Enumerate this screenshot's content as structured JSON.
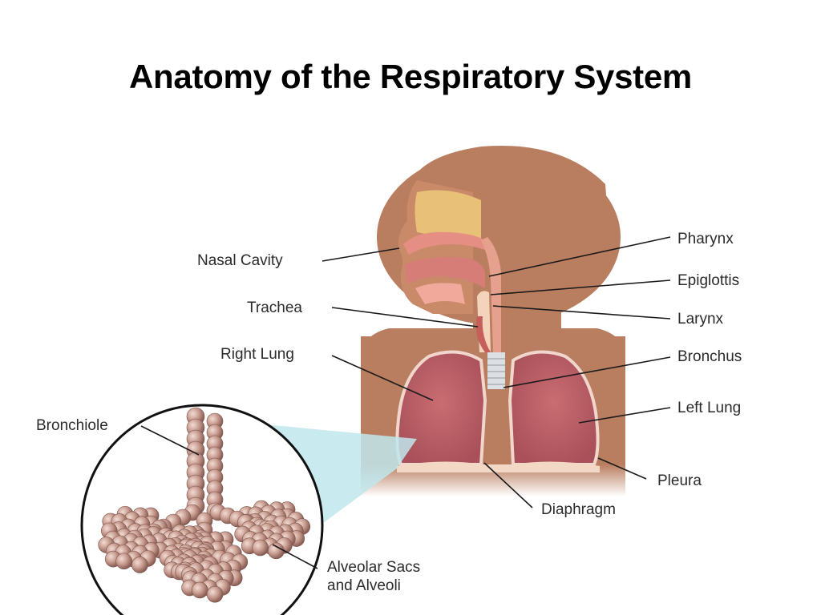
{
  "slide": {
    "title": "Anatomy of the Respiratory System"
  },
  "labels": {
    "nasal_cavity": "Nasal Cavity",
    "trachea": "Trachea",
    "right_lung": "Right Lung",
    "bronchiole": "Bronchiole",
    "pharynx": "Pharynx",
    "epiglottis": "Epiglottis",
    "larynx": "Larynx",
    "bronchus": "Bronchus",
    "left_lung": "Left Lung",
    "pleura": "Pleura",
    "diaphragm": "Diaphragm",
    "alveolar_line1": "Alveolar Sacs",
    "alveolar_line2": "and Alveoli"
  },
  "colors": {
    "skin": "#b97e5f",
    "lung": "#c0646a",
    "lung_edge": "#e8c3b8",
    "airway": "#e49a8c",
    "alveoli": "#c9a095",
    "magnifier_fill": "#bfe6ec",
    "leader_line": "#1a1a1a"
  }
}
